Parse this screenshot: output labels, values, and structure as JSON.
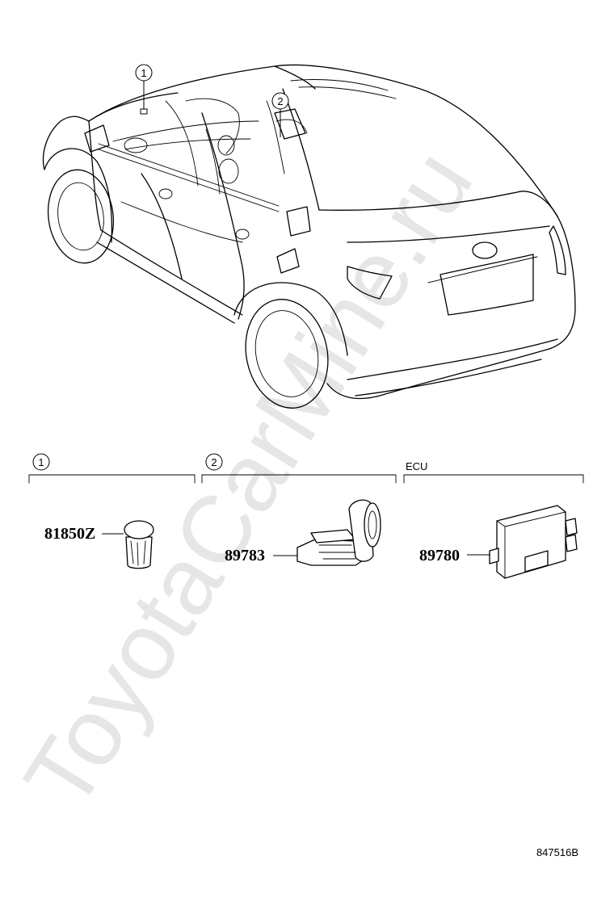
{
  "watermark": "ToyotaCarMine.ru",
  "callouts": {
    "c1": "1",
    "c2": "2"
  },
  "sections": [
    {
      "marker": "1",
      "label": "",
      "part_number": "81850Z"
    },
    {
      "marker": "2",
      "label": "",
      "part_number": "89783"
    },
    {
      "marker": "",
      "label": "ECU",
      "part_number": "89780"
    }
  ],
  "figure_id": "847516B"
}
